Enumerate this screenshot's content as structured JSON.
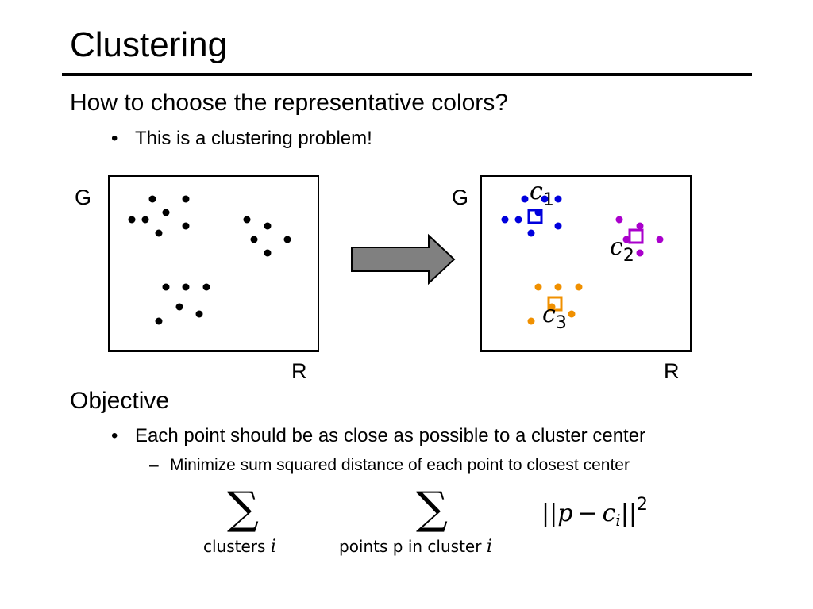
{
  "slide": {
    "title": "Clustering"
  },
  "section1": {
    "heading": "How to choose the representative colors?",
    "bullet": "This is a clustering problem!"
  },
  "section2": {
    "heading": "Objective",
    "bullet": "Each point should be as close as possible to a cluster center",
    "subbullet": "Minimize sum squared distance of each point to closest center"
  },
  "figure": {
    "left_plot": {
      "y_axis": "G",
      "x_axis": "R"
    },
    "right_plot": {
      "y_axis": "G",
      "x_axis": "R",
      "center_symbol": "c",
      "center_labels": [
        "1",
        "2",
        "3"
      ]
    },
    "colors": {
      "cluster_1": "#0000dd",
      "cluster_2": "#aa00cc",
      "cluster_3": "#f09000",
      "arrow_fill": "#808080"
    }
  },
  "formula": {
    "sum_symbol": "∑",
    "outer_sum_label": "clusters",
    "outer_sum_index": "i",
    "inner_sum_label": "points p in cluster",
    "inner_sum_index": "i",
    "norm_open": "||",
    "point": "p",
    "minus": "−",
    "center": "c",
    "center_index": "i",
    "norm_close": "||",
    "exponent": "2"
  }
}
